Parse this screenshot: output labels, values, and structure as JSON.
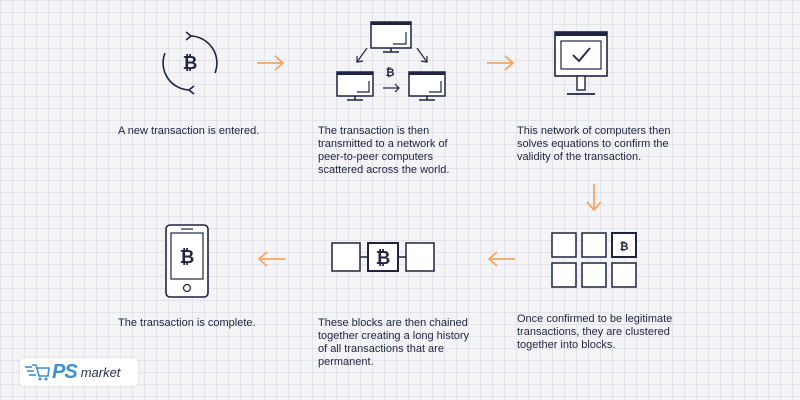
{
  "steps": [
    {
      "text": "A new transaction is entered."
    },
    {
      "text": "The transaction is then\ntransmitted to a network of\npeer-to-peer computers\nscattered across the world."
    },
    {
      "text": "This network of computers then\nsolves equations to confirm the\nvalidity of the transaction."
    },
    {
      "text": "Once confirmed to be legitimate\ntransactions, they are clustered\ntogether into blocks."
    },
    {
      "text": "These blocks are then chained\ntogether creating a long history\nof all transactions that are\npermanent."
    },
    {
      "text": "The transaction is complete."
    }
  ],
  "bitcoin_symbol": "₿",
  "colors": {
    "ink": "#1f2440",
    "arrow": "#f3a764",
    "background": "#f4f4f7"
  },
  "logo": {
    "ps": "PS",
    "market": "market"
  }
}
